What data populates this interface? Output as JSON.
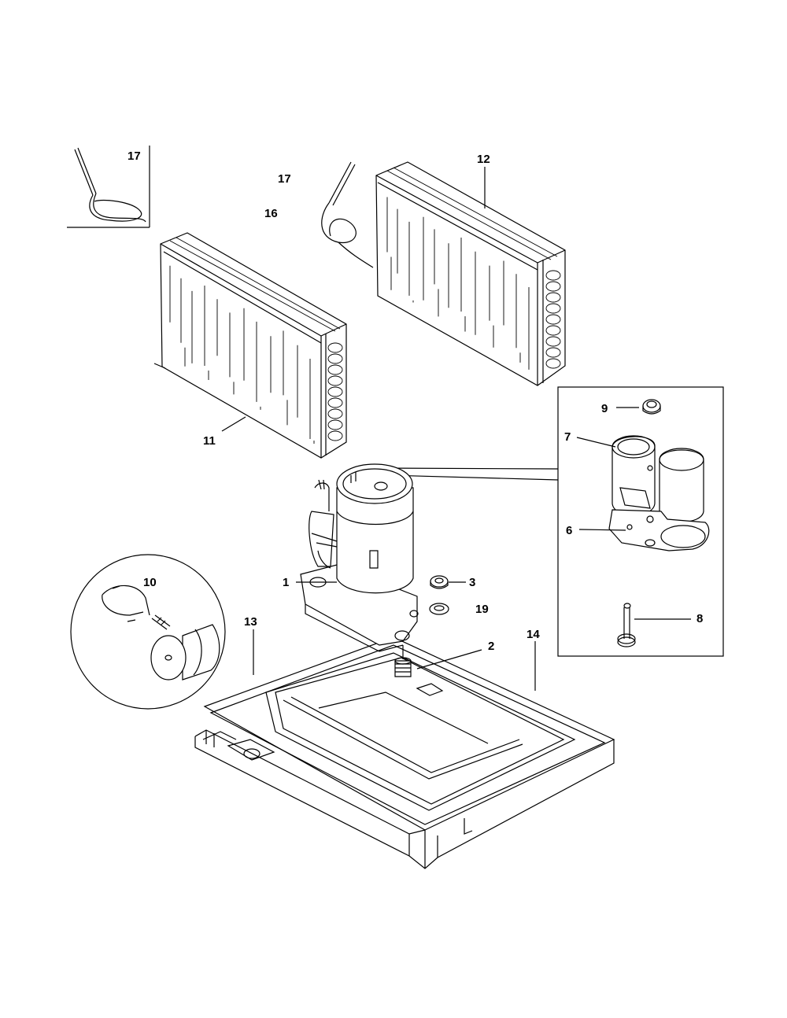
{
  "callouts": {
    "c1": "1",
    "c2": "2",
    "c3": "3",
    "c6": "6",
    "c7": "7",
    "c8": "8",
    "c9": "9",
    "c10": "10",
    "c11": "11",
    "c12": "12",
    "c13": "13",
    "c14": "14",
    "c16": "16",
    "c17_inset": "17",
    "c17_main": "17",
    "c19": "19"
  }
}
